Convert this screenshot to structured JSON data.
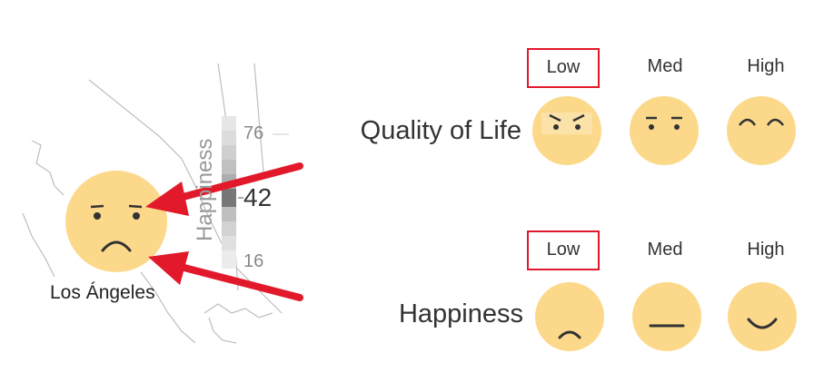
{
  "map": {
    "city_label": "Los Ángeles",
    "legend_title": "Happiness",
    "legend_max": "76",
    "legend_value": "42",
    "legend_min": "16"
  },
  "key": {
    "columns": [
      "Low",
      "Med",
      "High"
    ],
    "highlight_column": "Low",
    "rows": [
      {
        "label": "Quality of Life",
        "faces": [
          "eyebrows-angry-icon",
          "eyebrows-neutral-icon",
          "eyebrows-happy-icon"
        ]
      },
      {
        "label": "Happiness",
        "faces": [
          "mouth-frown-icon",
          "mouth-flat-icon",
          "mouth-smile-icon"
        ]
      }
    ]
  },
  "colors": {
    "face": "#fcd98a",
    "arrow": "#e1192b",
    "highlight_box": "#e1192b"
  }
}
